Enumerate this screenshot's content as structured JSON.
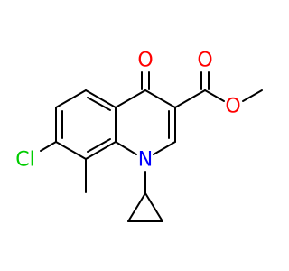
{
  "molecule": {
    "atoms": {
      "oxygen_ketone": {
        "label": "O",
        "color": "#ff0000"
      },
      "oxygen_carbonyl": {
        "label": "O",
        "color": "#ff0000"
      },
      "oxygen_ester": {
        "label": "O",
        "color": "#ff0000"
      },
      "nitrogen": {
        "label": "N",
        "color": "#0000ff"
      },
      "chlorine": {
        "label": "Cl",
        "color": "#00cc00"
      }
    },
    "bond_color": "#000000"
  }
}
